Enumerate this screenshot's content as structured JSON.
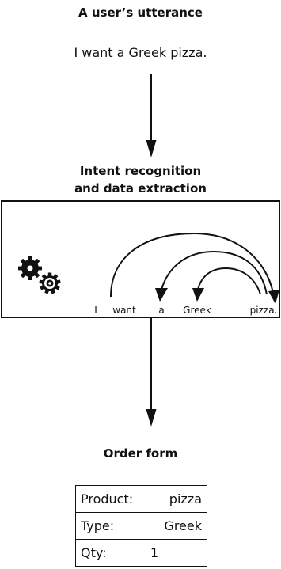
{
  "headings": {
    "utterance": "A user’s utterance",
    "intent": "Intent recognition\nand data extraction",
    "order": "Order form"
  },
  "utterance_text": "I want a Greek pizza.",
  "tokens": [
    "I",
    "want",
    "a",
    "Greek",
    "pizza."
  ],
  "order_form": {
    "rows": [
      {
        "label": "Product:",
        "value": "pizza"
      },
      {
        "label": "Type:",
        "value": "Greek"
      },
      {
        "label": "Qty:",
        "value": "1"
      }
    ]
  },
  "icons": [
    "gears-icon"
  ],
  "colors": {
    "ink": "#111111",
    "background": "#ffffff"
  }
}
